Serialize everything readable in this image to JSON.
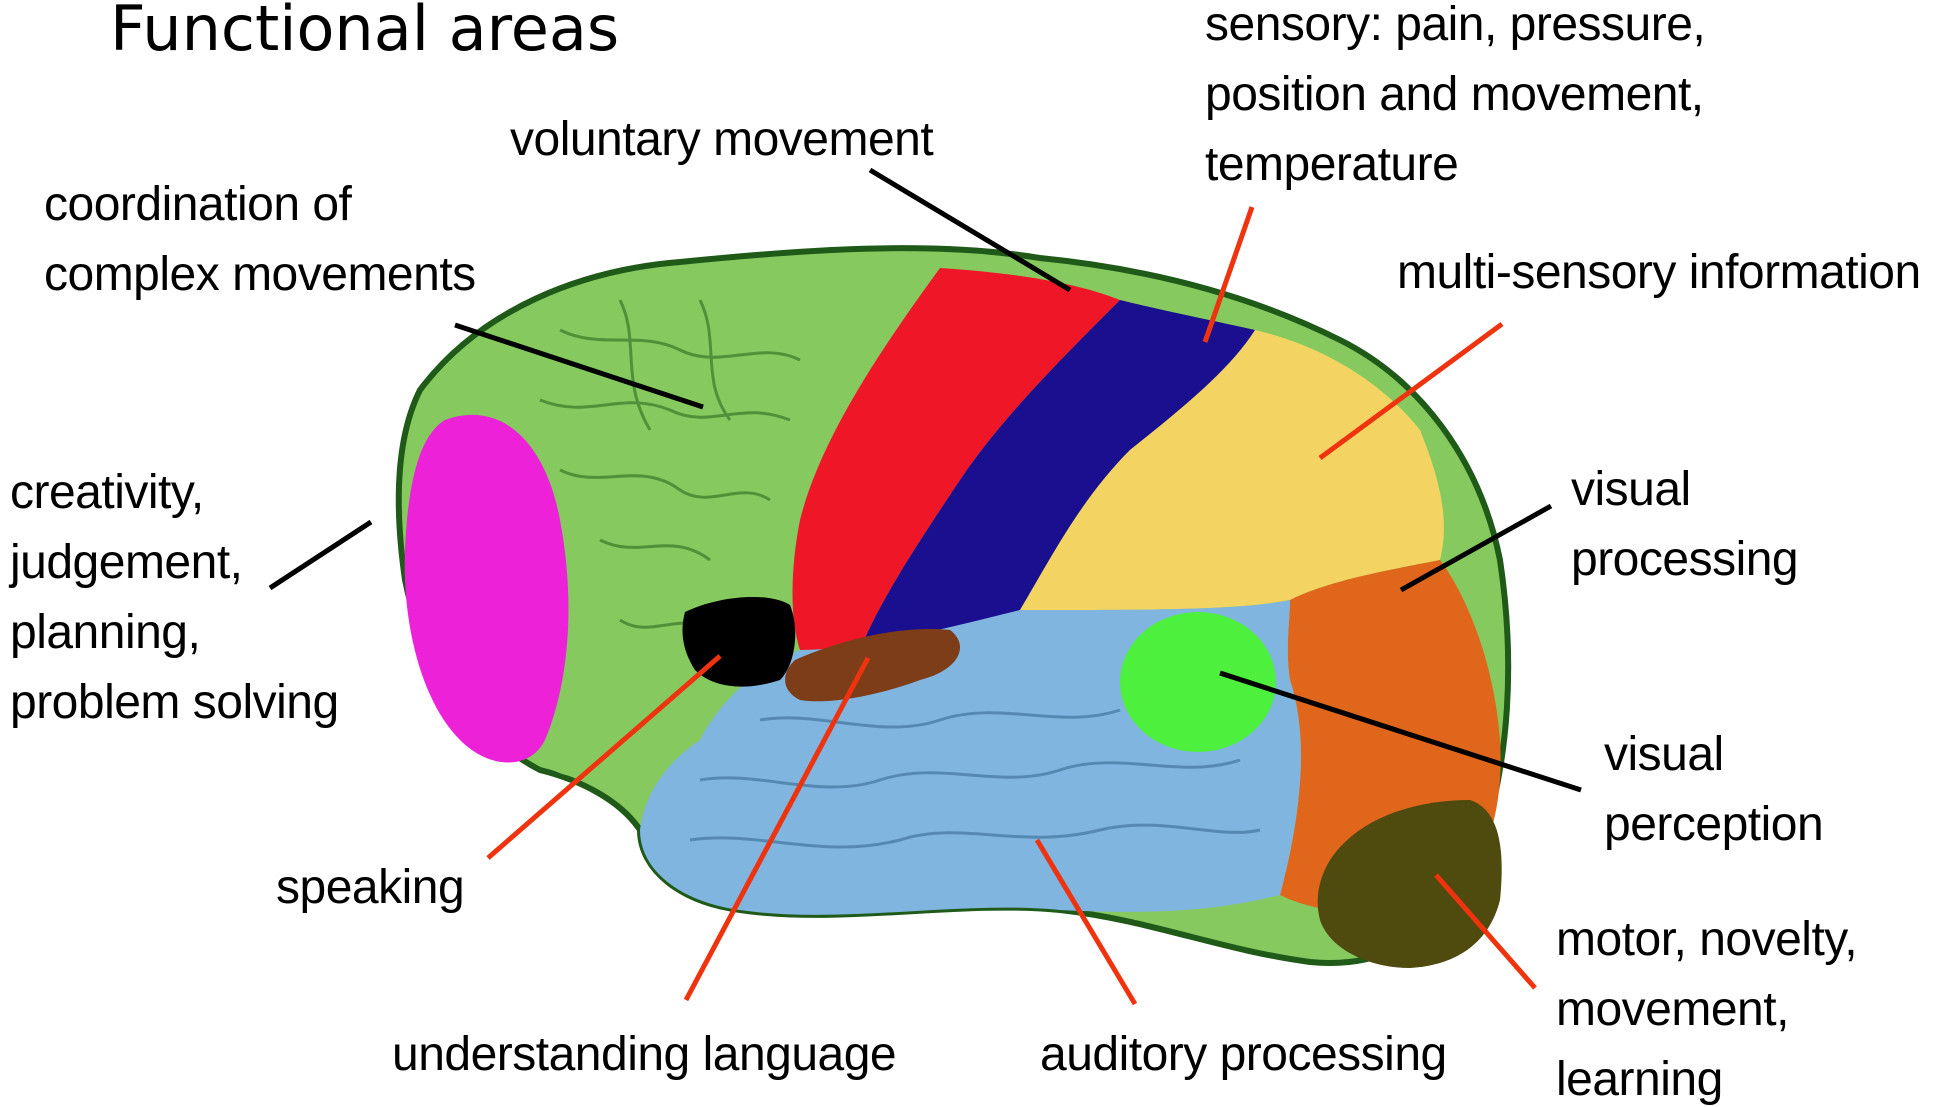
{
  "title": "Functional areas",
  "colors": {
    "outline": "#1f5a18",
    "gyri": "#2d6b1f",
    "frontal": "#86c95f",
    "prefrontal": "#ec21d8",
    "motor": "#ef1627",
    "sensory": "#1a0f8f",
    "parietal": "#f3d462",
    "occipital": "#e0661b",
    "temporal": "#7fb5de",
    "visual_perception": "#4df03c",
    "speaking": "#000000",
    "understanding": "#7d3d18",
    "cerebellum": "#4f4a0d",
    "leader_black": "#000000",
    "leader_red": "#f0330f"
  },
  "labels": {
    "voluntary_movement": [
      "voluntary movement"
    ],
    "sensory": [
      "sensory: pain, pressure,",
      "position and movement,",
      "temperature"
    ],
    "coordination": [
      "coordination of",
      "complex movements"
    ],
    "multi_sensory": [
      "multi-sensory information"
    ],
    "creativity": [
      "creativity,",
      "judgement,",
      "planning,",
      "problem solving"
    ],
    "visual_processing": [
      "visual",
      "processing"
    ],
    "visual_perception": [
      "visual",
      "perception"
    ],
    "speaking": [
      "speaking"
    ],
    "understanding_language": [
      "understanding language"
    ],
    "auditory_processing": [
      "auditory processing"
    ],
    "motor_novelty": [
      "motor, novelty,",
      "movement,",
      "learning"
    ]
  }
}
